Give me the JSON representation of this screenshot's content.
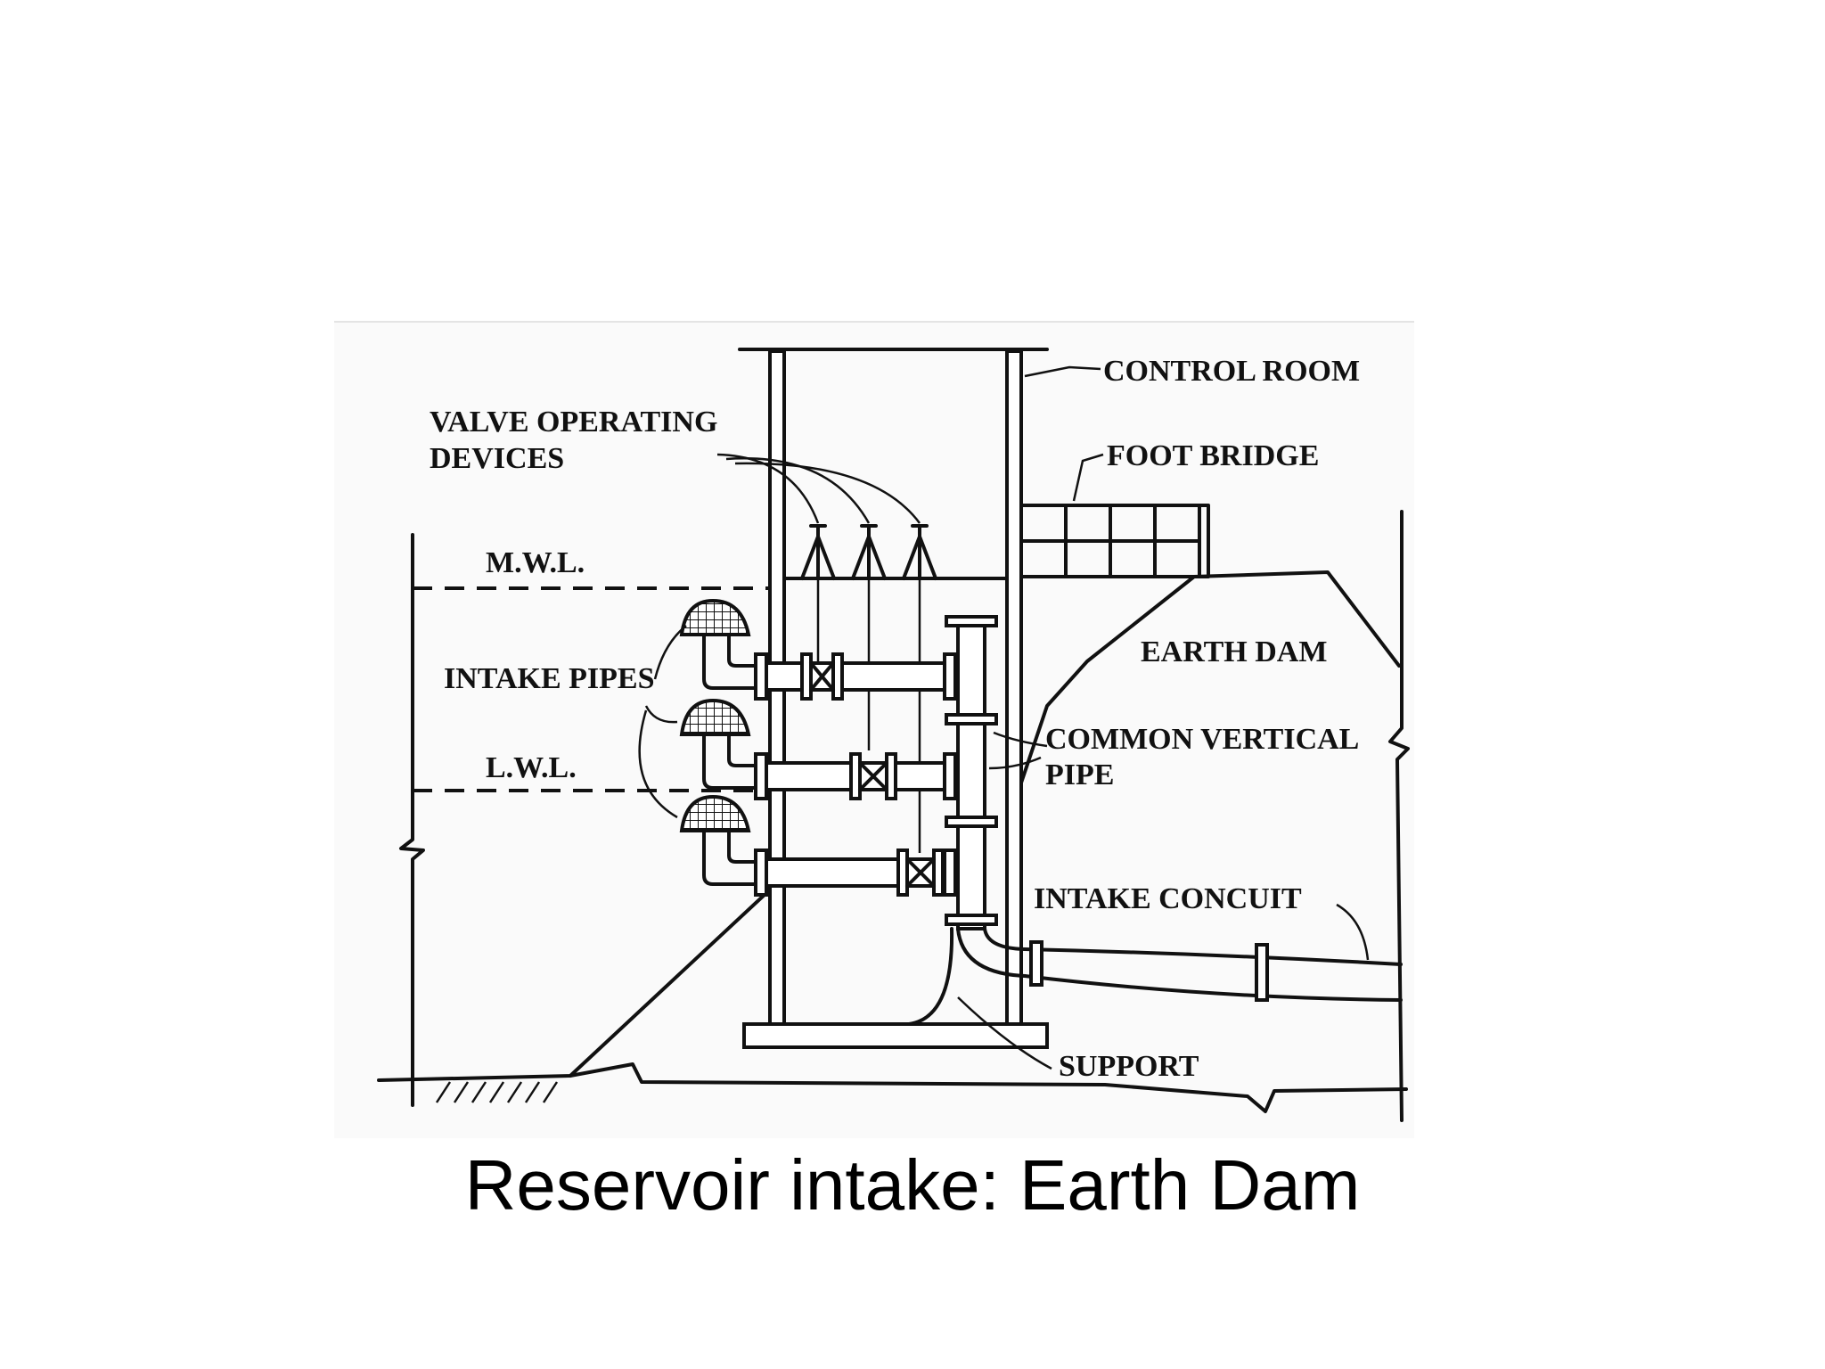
{
  "caption": "Reservoir intake: Earth Dam",
  "labels": {
    "control_room": "CONTROL ROOM",
    "valve_operating_devices_1": "VALVE OPERATING",
    "valve_operating_devices_2": "DEVICES",
    "foot_bridge": "FOOT BRIDGE",
    "mwl": "M.W.L.",
    "earth_dam": "EARTH DAM",
    "intake_pipes": "INTAKE PIPES",
    "common_vertical_pipe_1": "COMMON VERTICAL",
    "common_vertical_pipe_2": "PIPE",
    "lwl": "L.W.L.",
    "intake_conduit": "INTAKE CONCUIT",
    "support": "SUPPORT"
  }
}
